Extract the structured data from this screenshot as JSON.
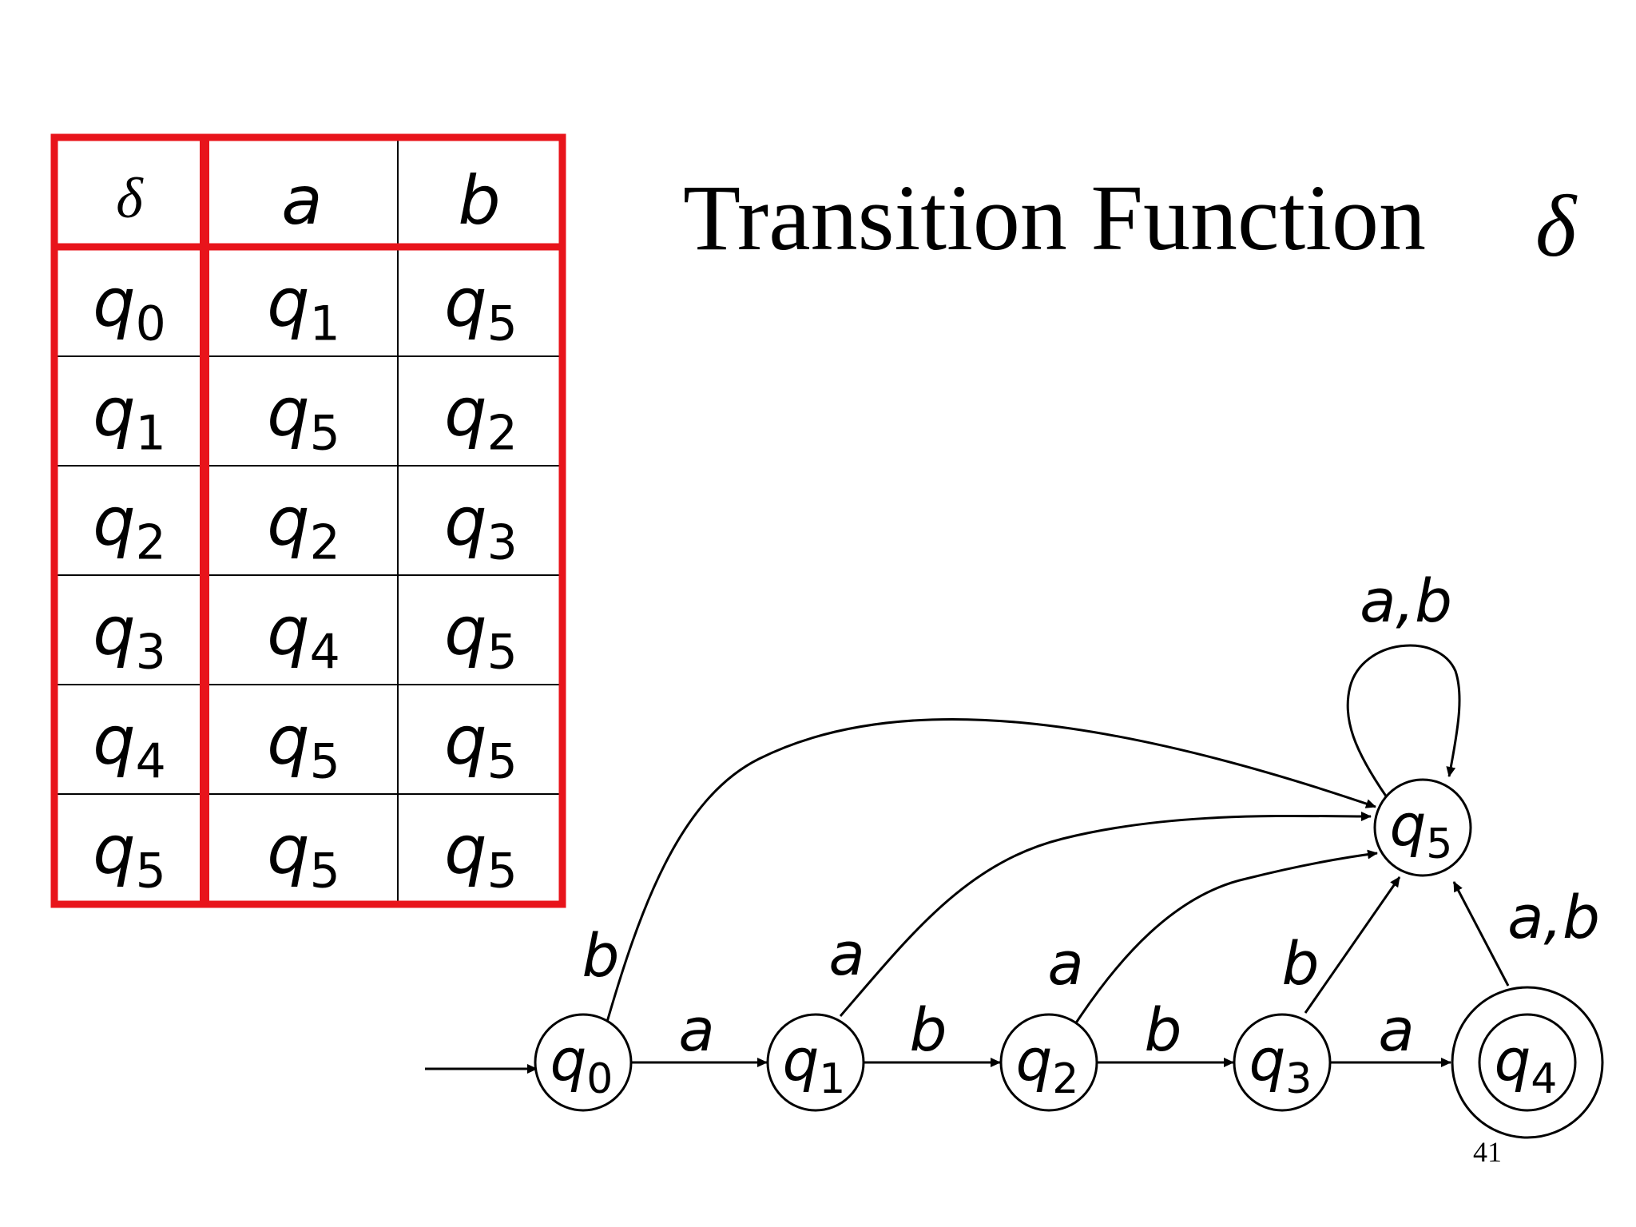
{
  "title": {
    "text": "Transition Function",
    "symbol": "δ"
  },
  "page_number": "41",
  "table": {
    "header_symbol": "δ",
    "columns": [
      "a",
      "b"
    ],
    "rows": [
      {
        "state": "q",
        "state_sub": "0",
        "cells": [
          {
            "q": "q",
            "sub": "1"
          },
          {
            "q": "q",
            "sub": "5"
          }
        ]
      },
      {
        "state": "q",
        "state_sub": "1",
        "cells": [
          {
            "q": "q",
            "sub": "5"
          },
          {
            "q": "q",
            "sub": "2"
          }
        ]
      },
      {
        "state": "q",
        "state_sub": "2",
        "cells": [
          {
            "q": "q",
            "sub": "2"
          },
          {
            "q": "q",
            "sub": "3"
          }
        ]
      },
      {
        "state": "q",
        "state_sub": "3",
        "cells": [
          {
            "q": "q",
            "sub": "4"
          },
          {
            "q": "q",
            "sub": "5"
          }
        ]
      },
      {
        "state": "q",
        "state_sub": "4",
        "cells": [
          {
            "q": "q",
            "sub": "5"
          },
          {
            "q": "q",
            "sub": "5"
          }
        ]
      },
      {
        "state": "q",
        "state_sub": "5",
        "cells": [
          {
            "q": "q",
            "sub": "5"
          },
          {
            "q": "q",
            "sub": "5"
          }
        ]
      }
    ],
    "border_color": "#e8141b"
  },
  "diagram": {
    "states": [
      {
        "id": "q0",
        "label": "q",
        "sub": "0",
        "accepting": false,
        "initial": true
      },
      {
        "id": "q1",
        "label": "q",
        "sub": "1",
        "accepting": false
      },
      {
        "id": "q2",
        "label": "q",
        "sub": "2",
        "accepting": false
      },
      {
        "id": "q3",
        "label": "q",
        "sub": "3",
        "accepting": false
      },
      {
        "id": "q4",
        "label": "q",
        "sub": "4",
        "accepting": true
      },
      {
        "id": "q5",
        "label": "q",
        "sub": "5",
        "accepting": false
      }
    ],
    "transitions": [
      {
        "from": "q0",
        "to": "q1",
        "label": "a"
      },
      {
        "from": "q1",
        "to": "q2",
        "label": "b"
      },
      {
        "from": "q2",
        "to": "q3",
        "label": "b"
      },
      {
        "from": "q3",
        "to": "q4",
        "label": "a"
      },
      {
        "from": "q0",
        "to": "q5",
        "label": "b"
      },
      {
        "from": "q1",
        "to": "q5",
        "label": "a"
      },
      {
        "from": "q2",
        "to": "q5",
        "label": "a"
      },
      {
        "from": "q3",
        "to": "q5",
        "label": "b"
      },
      {
        "from": "q4",
        "to": "q5",
        "label": "a,b"
      },
      {
        "from": "q5",
        "to": "q5",
        "label": "a,b"
      }
    ]
  }
}
